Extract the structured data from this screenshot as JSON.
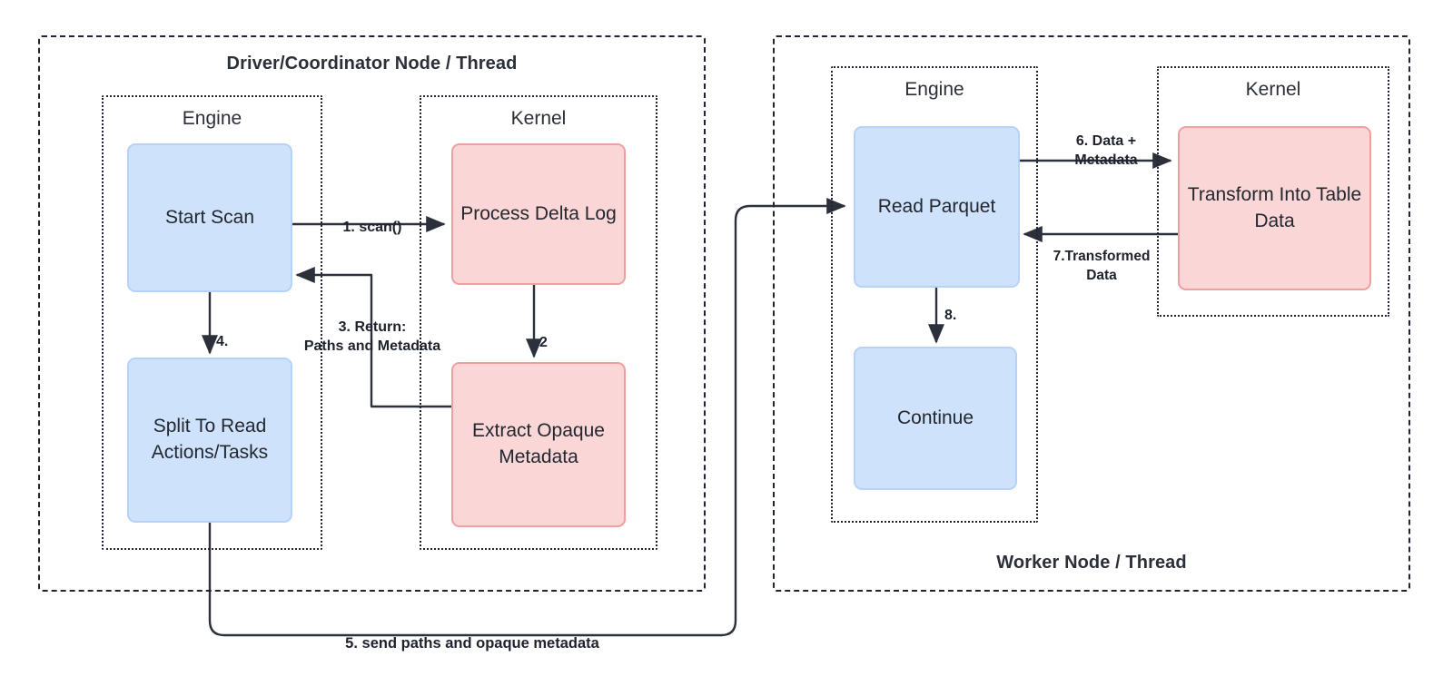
{
  "diagram": {
    "title_left": "Driver/Coordinator Node / Thread",
    "title_right": "Worker Node / Thread",
    "colors": {
      "engine_fill": "#cfe2fb",
      "engine_stroke": "#b6d3f7",
      "kernel_fill": "#fad7d6",
      "kernel_stroke": "#f09e9e",
      "line": "#1f2430"
    }
  },
  "driver_node": {
    "title": "Driver/Coordinator Node / Thread",
    "engine_lane": {
      "title": "Engine",
      "boxes": [
        {
          "id": "start-scan",
          "label": "Start Scan",
          "kind": "engine"
        },
        {
          "id": "split-to-read",
          "label": "Split To Read Actions/Tasks",
          "kind": "engine"
        }
      ]
    },
    "kernel_lane": {
      "title": "Kernel",
      "boxes": [
        {
          "id": "process-delta-log",
          "label": "Process Delta Log",
          "kind": "kernel"
        },
        {
          "id": "extract-opaque-metadata",
          "label": "Extract Opaque Metadata",
          "kind": "kernel"
        }
      ]
    }
  },
  "worker_node": {
    "title": "Worker Node / Thread",
    "engine_lane": {
      "title": "Engine",
      "boxes": [
        {
          "id": "read-parquet",
          "label": "Read Parquet",
          "kind": "engine"
        },
        {
          "id": "continue",
          "label": "Continue",
          "kind": "engine"
        }
      ]
    },
    "kernel_lane": {
      "title": "Kernel",
      "boxes": [
        {
          "id": "transform-into-table-data",
          "label": "Transform Into Table Data",
          "kind": "kernel"
        }
      ]
    }
  },
  "edges": [
    {
      "id": "e1",
      "label": "1. scan()",
      "from": "start-scan",
      "to": "process-delta-log"
    },
    {
      "id": "e2",
      "label": "2",
      "from": "process-delta-log",
      "to": "extract-opaque-metadata"
    },
    {
      "id": "e3",
      "label": "3. Return:\nPaths and Metadata",
      "from": "extract-opaque-metadata",
      "to": "start-scan"
    },
    {
      "id": "e4",
      "label": "4.",
      "from": "start-scan",
      "to": "split-to-read"
    },
    {
      "id": "e5",
      "label": "5. send paths and opaque metadata",
      "from": "split-to-read",
      "to": "read-parquet"
    },
    {
      "id": "e6",
      "label": "6. Data +\nMetadata",
      "from": "read-parquet",
      "to": "transform-into-table-data"
    },
    {
      "id": "e7",
      "label": "7.Transformed\nData",
      "from": "transform-into-table-data",
      "to": "read-parquet"
    },
    {
      "id": "e8",
      "label": "8.",
      "from": "read-parquet",
      "to": "continue"
    }
  ]
}
